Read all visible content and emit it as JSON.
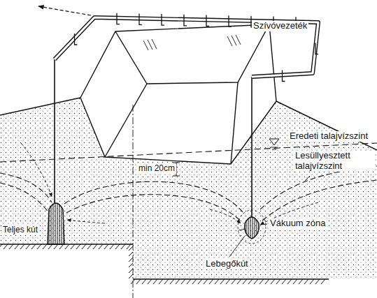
{
  "diagram": {
    "labels": [
      "Szívóvezeték",
      "Eredeti talajvízszint",
      "min 20cm",
      "Lesüllyesztett talajvízszint",
      "Teljes kút",
      "Vákuum zóna",
      "Lebegőkút"
    ]
  }
}
